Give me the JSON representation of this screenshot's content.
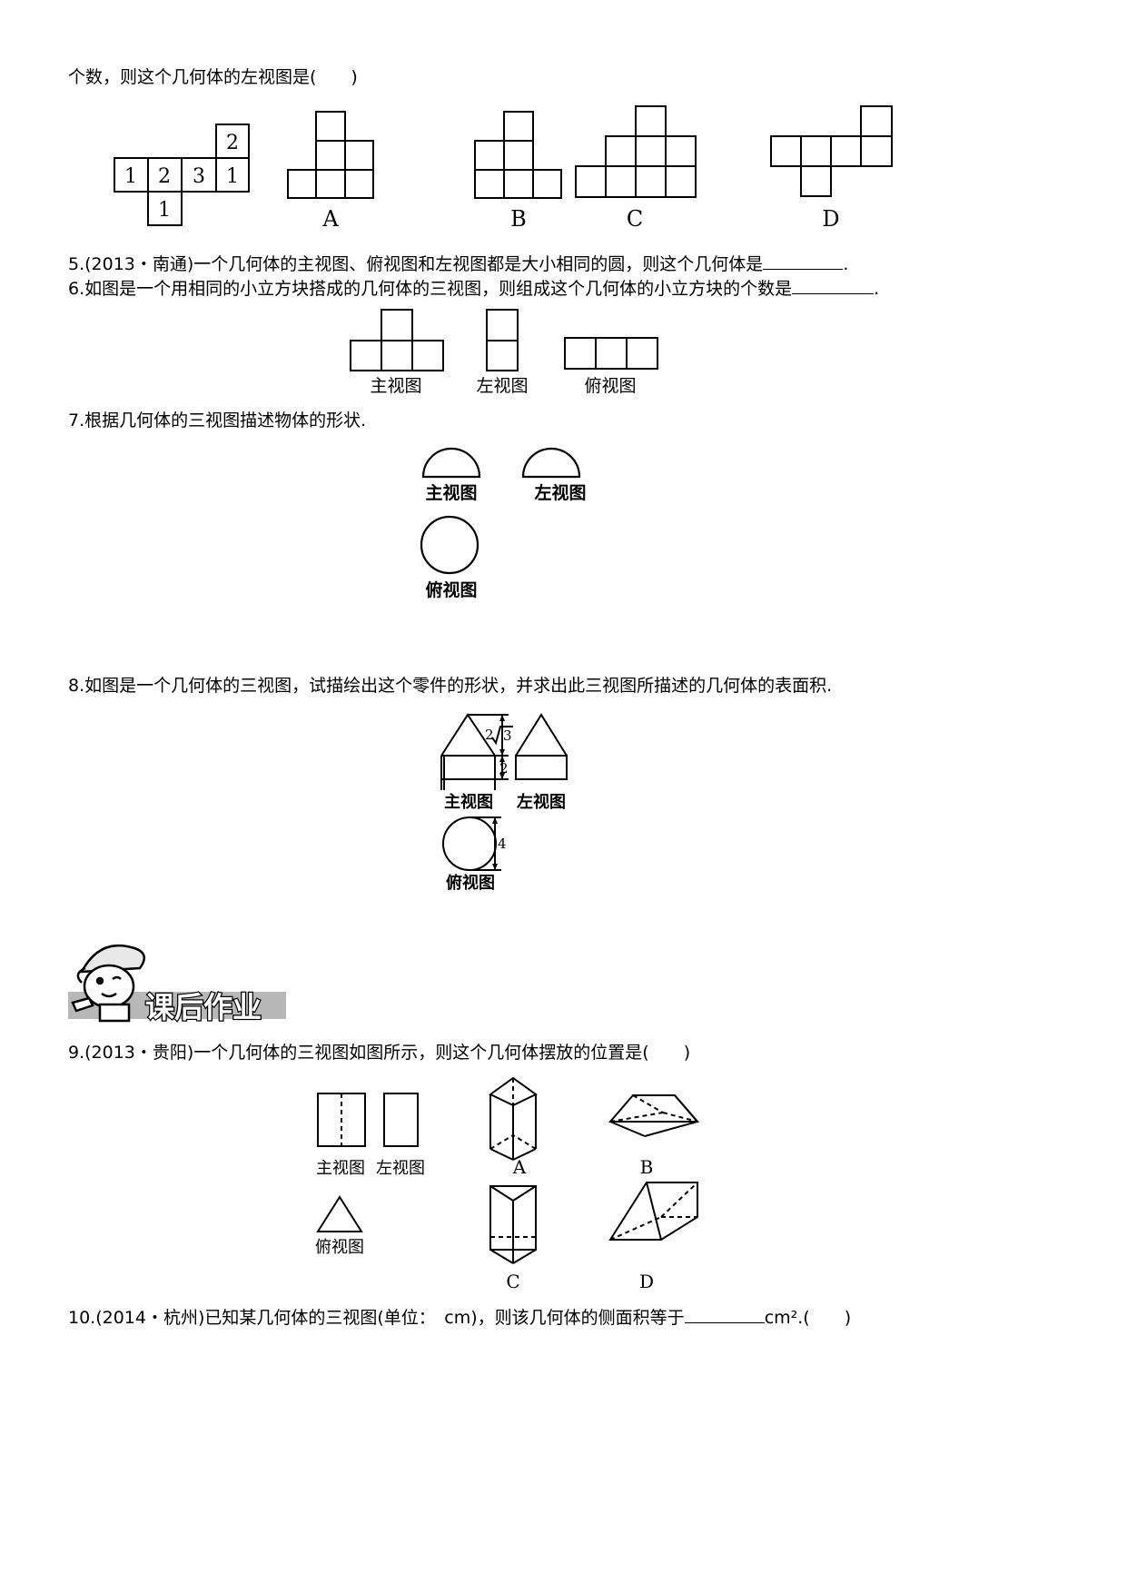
{
  "q4": {
    "text_tail": "个数，则这个几何体的左视图是(　　)",
    "grid_numbers": [
      "2",
      "1",
      "2",
      "3",
      "1",
      "1"
    ],
    "options": [
      "A",
      "B",
      "C",
      "D"
    ]
  },
  "q5": {
    "prefix": "5.(2013・南通)一个几何体的主视图、俯视图和左视图都是大小相同的圆，则这个几何体是",
    "suffix": "."
  },
  "q6": {
    "prefix": "6.如图是一个用相同的小立方块搭成的几何体的三视图，则组成这个几何体的小立方块的个数是",
    "suffix": ".",
    "labels": [
      "主视图",
      "左视图",
      "俯视图"
    ]
  },
  "q7": {
    "text": "7.根据几何体的三视图描述物体的形状.",
    "labels": [
      "主视图",
      "左视图",
      "俯视图"
    ]
  },
  "q8": {
    "text": "8.如图是一个几何体的三视图，试描绘出这个零件的形状，并求出此三视图所描述的几何体的表面积.",
    "dim_top_coef": "2",
    "dim_top_root": "3",
    "dim_mid": "2",
    "dim_diameter": "4",
    "labels": [
      "主视图",
      "左视图",
      "俯视图"
    ]
  },
  "banner": {
    "text": "课后作业"
  },
  "q9": {
    "text": "9.(2013・贵阳)一个几何体的三视图如图所示，则这个几何体摆放的位置是(　　)",
    "labels": [
      "主视图",
      "左视图",
      "俯视图"
    ],
    "options": [
      "A",
      "B",
      "C",
      "D"
    ]
  },
  "q10": {
    "prefix": "10.(2014・杭州)已知某几何体的三视图(单位：　cm)，则该几何体的侧面积等于",
    "unit": "cm²",
    "suffix": ".(　　)"
  }
}
